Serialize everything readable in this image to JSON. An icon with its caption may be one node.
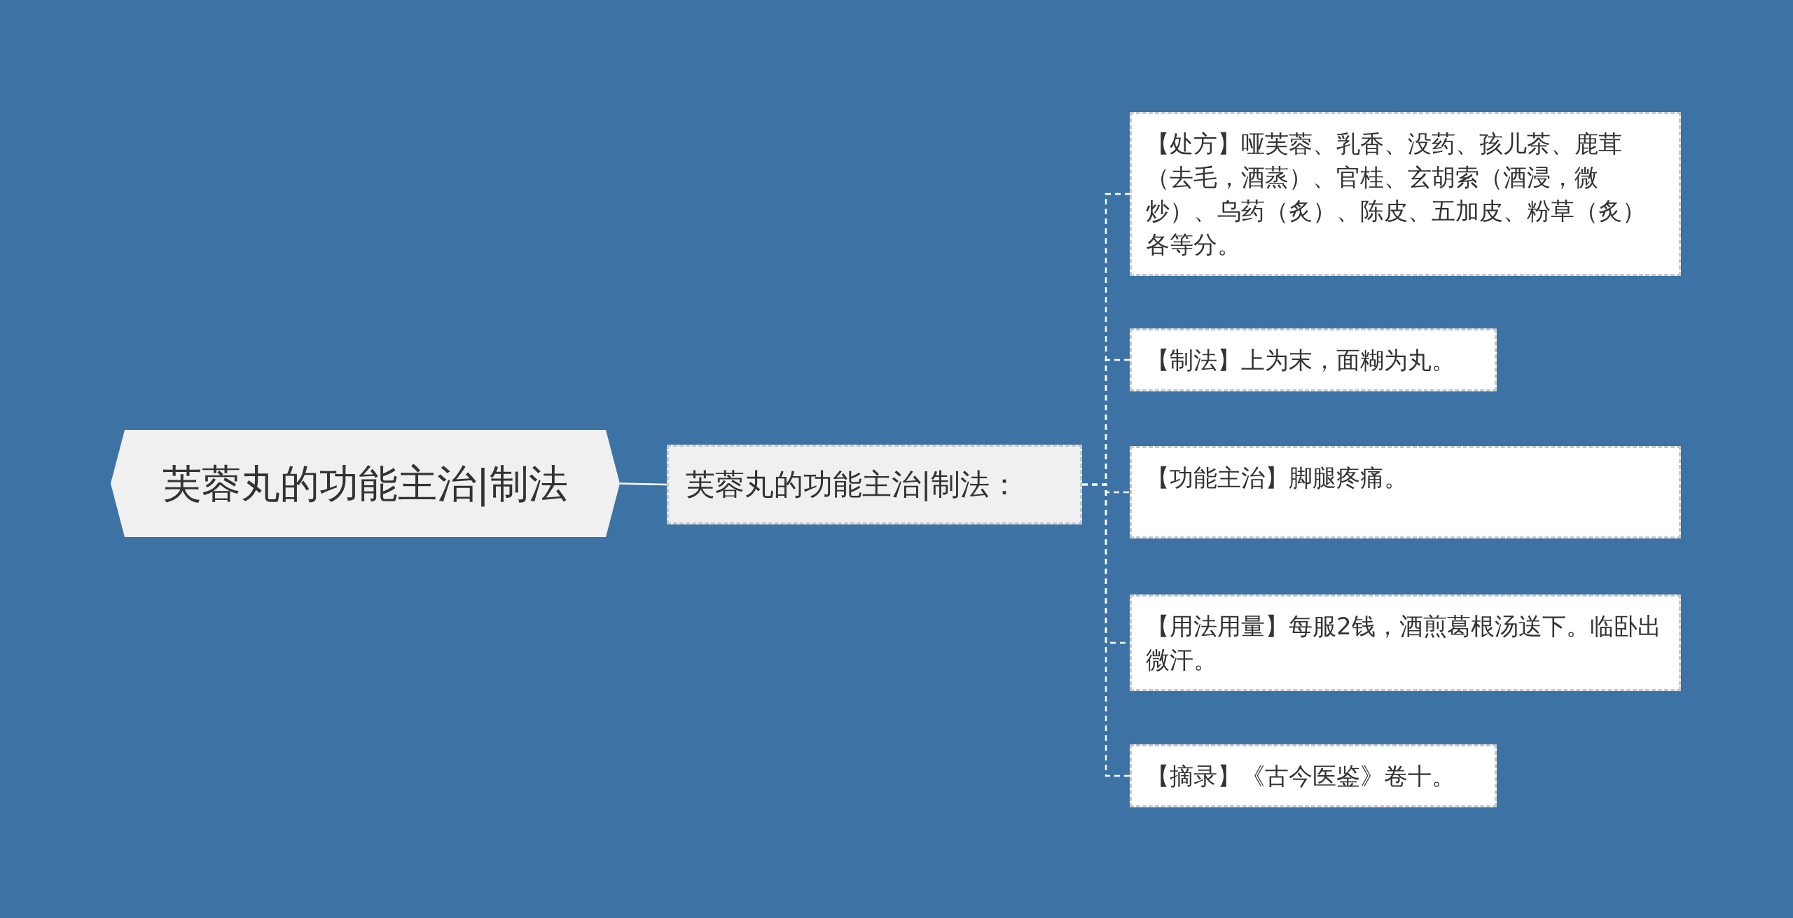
{
  "diagram": {
    "nodes": [
      {
        "text": [
          "芙蓉丸的功能主治|制法"
        ]
      },
      {
        "text": [
          "芙蓉丸的功能主治|制法："
        ]
      },
      {
        "text": [
          "【处方】哑芙蓉、乳香、没药、孩儿茶、鹿茸（去毛，酒蒸）、官桂、玄胡索（酒浸，微炒）、乌药（炙）、陈皮、五加皮、粉草（炙）各等分。"
        ]
      },
      {
        "text": [
          "【制法】上为末，面糊为丸。"
        ]
      },
      {
        "text": [
          "【功能主治】脚腿疼痛。"
        ]
      },
      {
        "text": [
          "【用法用量】每服2钱，酒煎葛根汤送下。临卧出微汗。"
        ]
      },
      {
        "text": [
          "【摘录】《古今医鉴》卷十。"
        ]
      }
    ],
    "edges": [
      {
        "from": 0,
        "to": 1,
        "arrow": "none"
      },
      {
        "from": 1,
        "to": 2,
        "arrow": "none",
        "style": "dashed"
      },
      {
        "from": 1,
        "to": 3,
        "arrow": "none",
        "style": "dashed"
      },
      {
        "from": 1,
        "to": 4,
        "arrow": "none",
        "style": "dashed"
      },
      {
        "from": 1,
        "to": 5,
        "arrow": "none",
        "style": "dashed"
      },
      {
        "from": 1,
        "to": 6,
        "arrow": "none",
        "style": "dashed"
      }
    ]
  }
}
